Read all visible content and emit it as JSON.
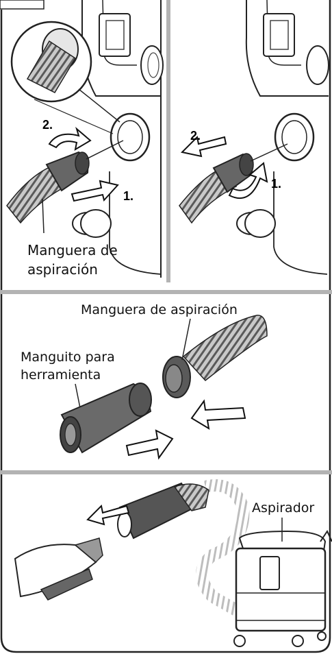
{
  "figure": {
    "panel_top_left": {
      "step_1": "1.",
      "step_2": "2.",
      "label_line1": "Manguera de",
      "label_line2": "aspiración"
    },
    "panel_top_right": {
      "step_1": "1.",
      "step_2": "2."
    },
    "panel_middle": {
      "hose_label": "Manguera de aspiración",
      "sleeve_label_line1": "Manguito para",
      "sleeve_label_line2": "herramienta"
    },
    "panel_bottom": {
      "vacuum_label": "Aspirador"
    }
  }
}
